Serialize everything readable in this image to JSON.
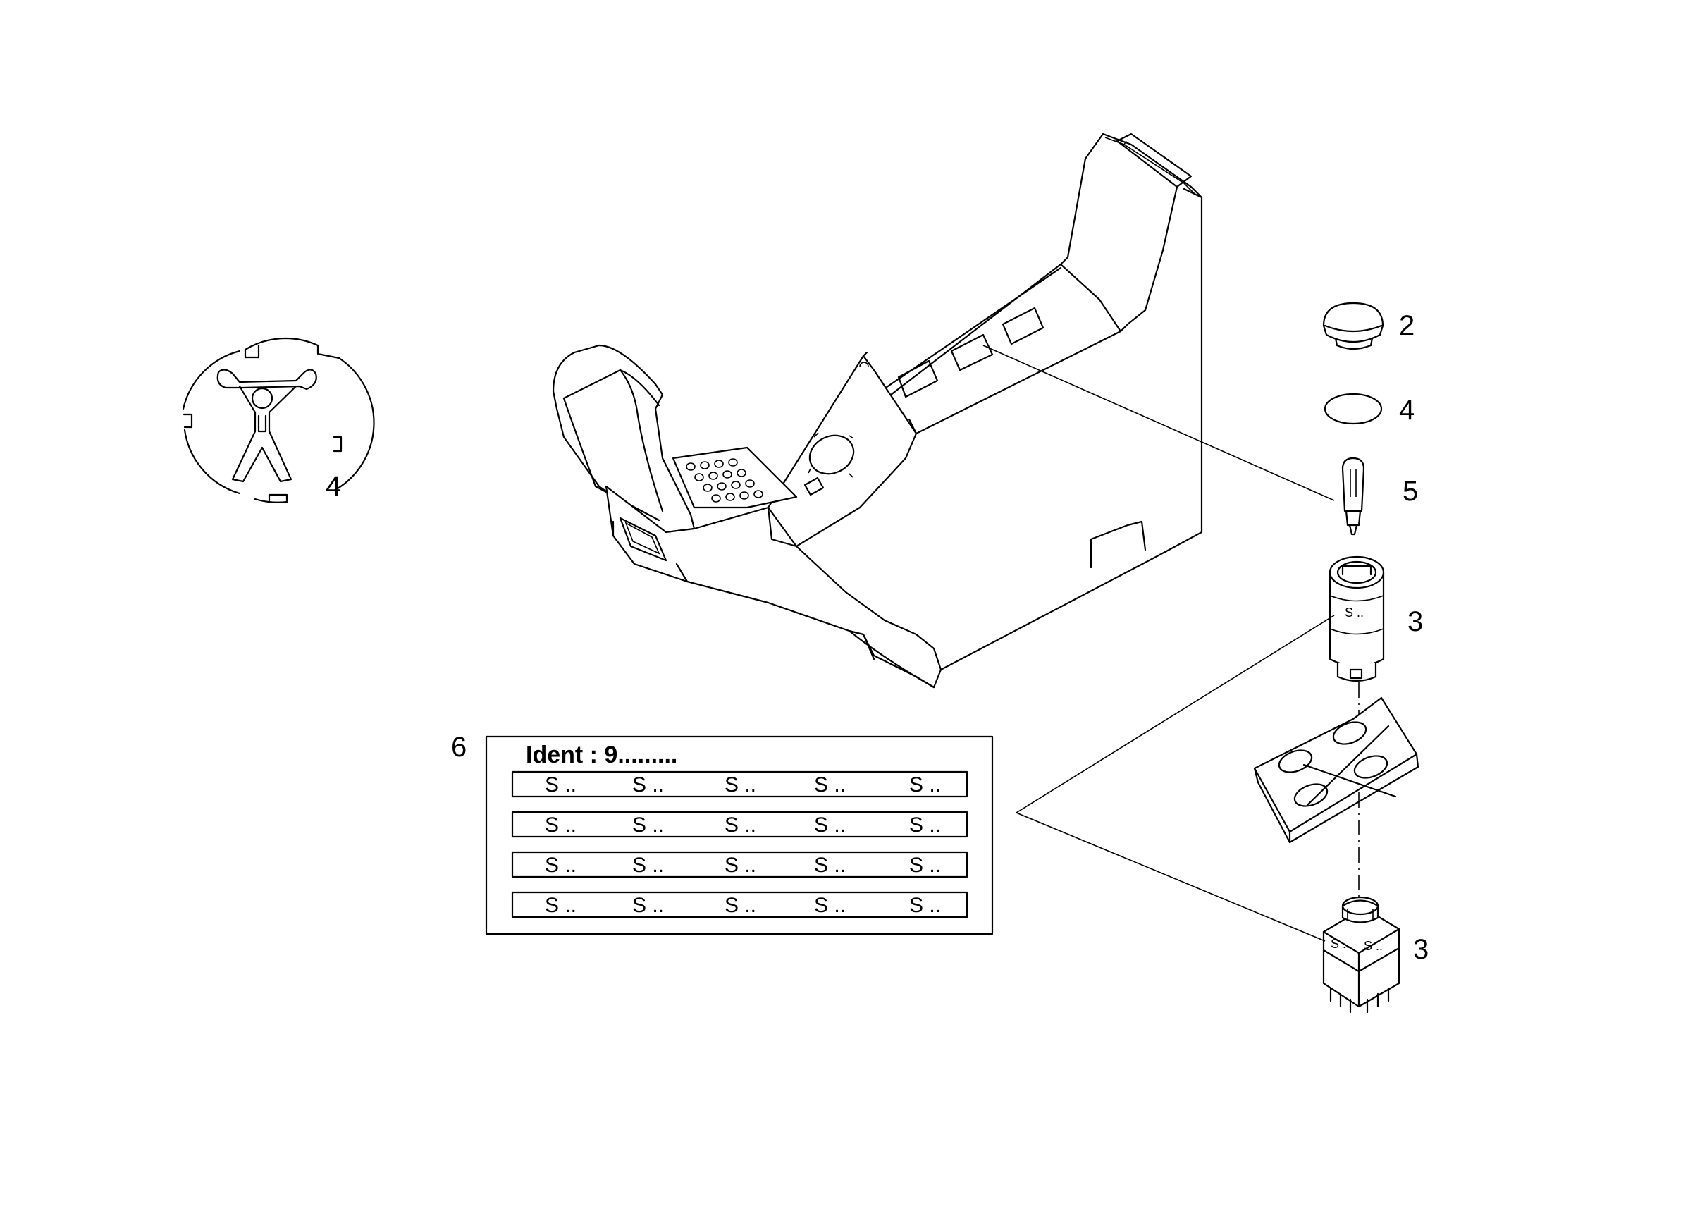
{
  "callouts": {
    "c2": "2",
    "c4_ring": "4",
    "c5": "5",
    "c3_upper": "3",
    "c3_lower": "3",
    "c4_badge": "4",
    "c6": "6"
  },
  "ident_table": {
    "title": "Ident : 9.........",
    "rows": [
      [
        "S ..",
        "S ..",
        "S ..",
        "S ..",
        "S .."
      ],
      [
        "S ..",
        "S ..",
        "S ..",
        "S ..",
        "S .."
      ],
      [
        "S ..",
        "S ..",
        "S ..",
        "S ..",
        "S .."
      ],
      [
        "S ..",
        "S ..",
        "S ..",
        "S ..",
        "S .."
      ]
    ]
  },
  "switch_labels": {
    "upper_switch": "S ..",
    "lower_switch_left": "S ..",
    "lower_switch_right": "S .."
  },
  "icons": {
    "badge": "weightlifter-icon"
  },
  "colors": {
    "line": "#000000",
    "background": "#ffffff"
  }
}
